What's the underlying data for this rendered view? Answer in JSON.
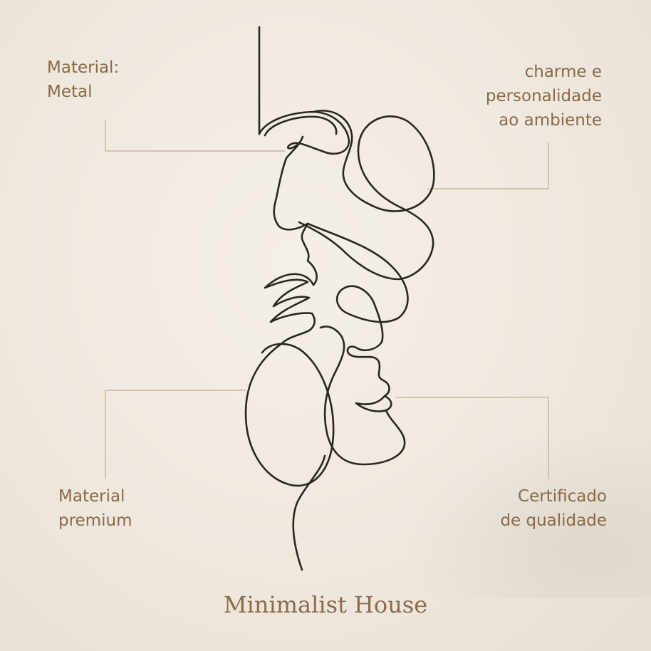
{
  "colors": {
    "text": "#8a6a44",
    "connector": "#c8ab82",
    "line_art": "#2a2622",
    "brand": "#8c6c48"
  },
  "labels": {
    "top_left": [
      "Material:",
      "Metal"
    ],
    "top_right": [
      "charme e",
      "personalidade",
      "ao ambiente"
    ],
    "bottom_left": [
      "Material",
      "premium"
    ],
    "bottom_right": [
      "Certificado",
      "de qualidade"
    ]
  },
  "brand": "Minimalist House",
  "artwork": "line-art-two-faces-wall-sculpture"
}
